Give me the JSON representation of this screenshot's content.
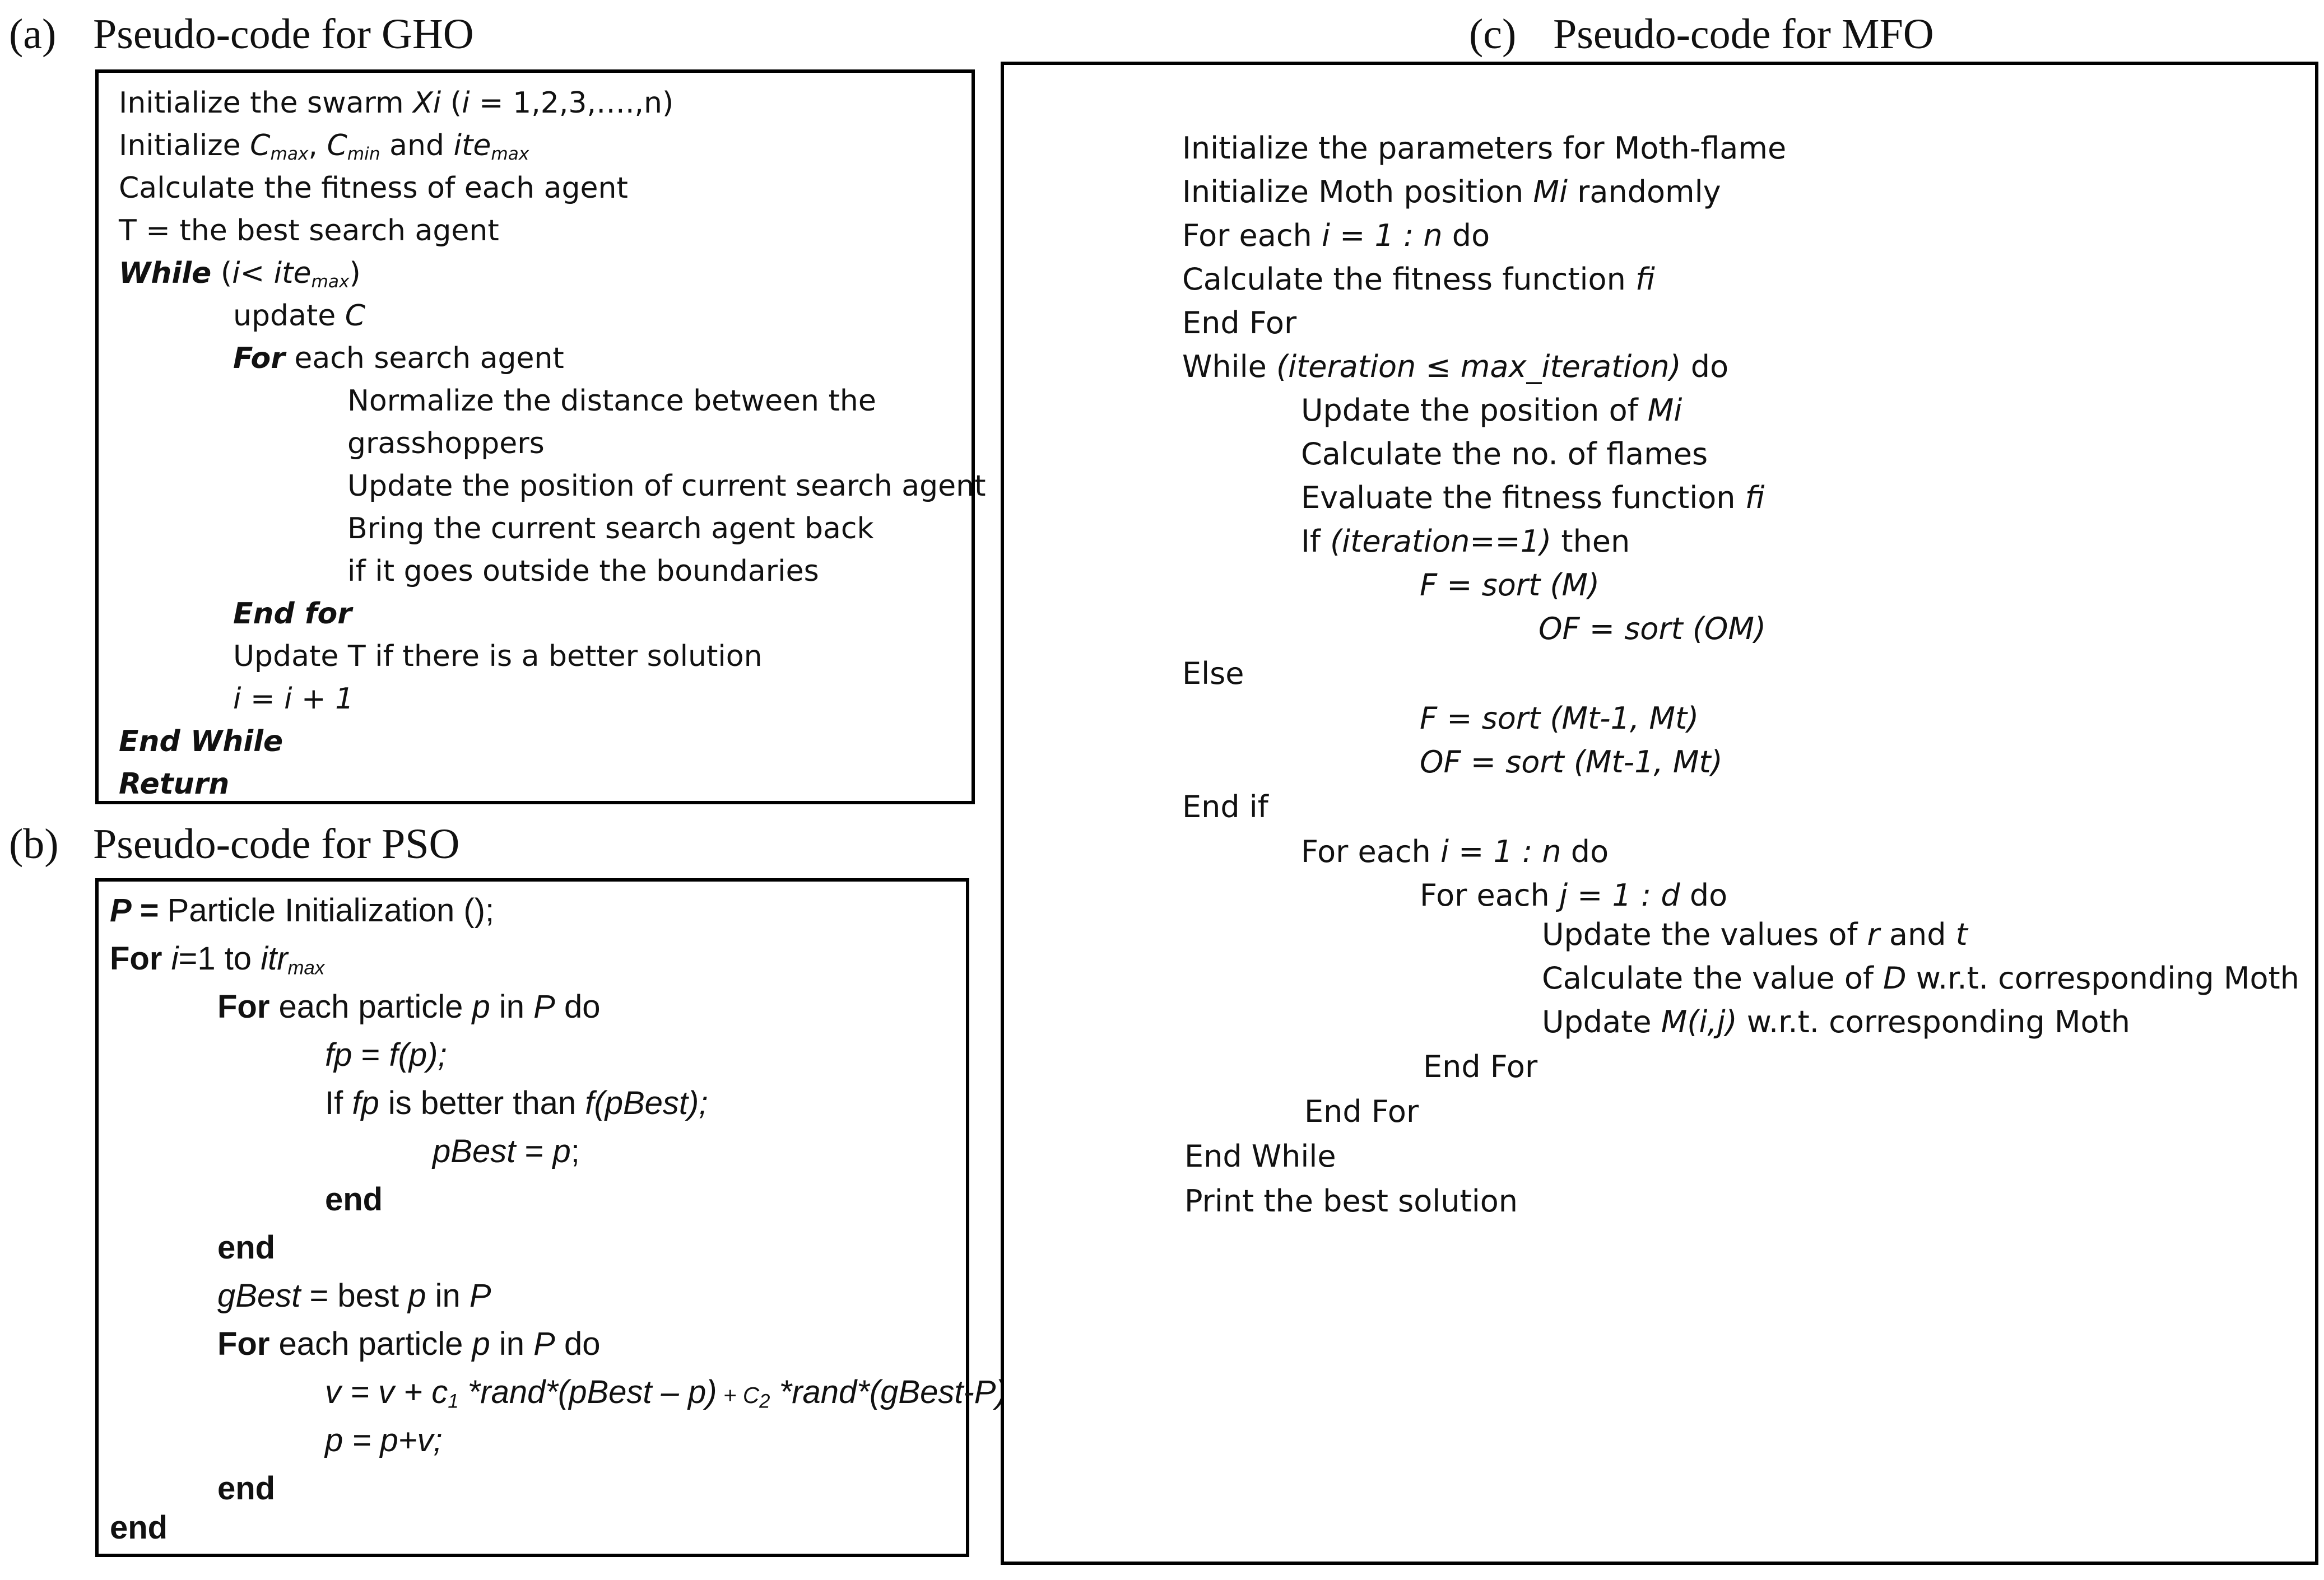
{
  "captions": {
    "a": {
      "tag": "(a)",
      "title": "Pseudo-code for GHO"
    },
    "b": {
      "tag": "(b)",
      "title": "Pseudo-code for PSO"
    },
    "c": {
      "tag": "(c)",
      "title": "Pseudo-code for MFO"
    }
  },
  "gho": {
    "l1": {
      "t1": "Initialize the swarm ",
      "t2": "Xi",
      "t3": " (",
      "t4": "i",
      "t5": " = 1,2,3,….,n)"
    },
    "l2": {
      "t1": "Initialize ",
      "t2": "C",
      "t3": "max",
      "t4": ", ",
      "t5": "C",
      "t6": "min",
      "t7": " and ",
      "t8": "ite",
      "t9": "max"
    },
    "l3": "Calculate the fitness of each agent",
    "l4": "T = the best search agent",
    "l5": {
      "kw": "While",
      "t1": " (",
      "t2": "i",
      "t3": "< ite",
      "t4": "max",
      "t5": ")"
    },
    "l6": {
      "t1": "update ",
      "t2": "C"
    },
    "l7": {
      "kw": "For",
      "t1": " each search agent"
    },
    "l8": "Normalize the distance between the",
    "l9": "grasshoppers",
    "l10": "Update the position of current search agent",
    "l11": "Bring the current search agent back",
    "l12": "if it goes outside the boundaries",
    "l13": "End for",
    "l14": "Update T if there is a better solution",
    "l15": "i = i + 1",
    "l16": "End While",
    "l17": "Return"
  },
  "pso": {
    "l1": {
      "kw": "P =",
      "t1": " Particle Initialization ();"
    },
    "l2": {
      "kw": "For",
      "t1": " ",
      "t2": "i",
      "t3": "=1 to ",
      "t4": "itr",
      "t5": "max"
    },
    "l3": {
      "kw": "For",
      "t1": " each particle ",
      "t2": "p",
      "t3": " in ",
      "t4": "P",
      "t5": " do"
    },
    "l4": {
      "t1": "fp",
      "t2": " = ",
      "t3": "f(p);"
    },
    "l5": {
      "t1": "If ",
      "t2": "fp",
      "t3": " is better than ",
      "t4": "f(pBest);"
    },
    "l6": {
      "t1": "pBest",
      "t2": " = ",
      "t3": "p",
      "t4": ";"
    },
    "l7": "end",
    "l8": "end",
    "l9": {
      "t1": "gBest",
      "t2": " = best ",
      "t3": "p",
      "t4": " in ",
      "t5": "P"
    },
    "l10": {
      "kw": "For",
      "t1": " each particle ",
      "t2": "p",
      "t3": " in ",
      "t4": "P",
      "t5": " do"
    },
    "l11": {
      "t1": "v = v + c",
      "t2": "1",
      "t3": " *rand*(pBest – p)",
      "t4": " + C",
      "t5": "2",
      "t6": " *rand*(gBest-P);"
    },
    "l12": "p = p+v;",
    "l13": "end",
    "l14": "end"
  },
  "mfo": {
    "l1": "Initialize the parameters for Moth-flame",
    "l2": {
      "t1": "Initialize Moth position ",
      "t2": "Mi",
      "t3": " randomly"
    },
    "l3": {
      "t1": "For each ",
      "t2": "i = 1 : n",
      "t3": " do"
    },
    "l4": {
      "t1": "Calculate the fitness function ",
      "t2": "fi"
    },
    "l5": "End For",
    "l6": {
      "t1": "While ",
      "t2": "(iteration ≤ max_iteration)",
      "t3": " do"
    },
    "l7": {
      "t1": "Update the position of ",
      "t2": "Mi"
    },
    "l8": "Calculate the no. of flames",
    "l9": {
      "t1": "Evaluate the fitness function ",
      "t2": "fi"
    },
    "l10": {
      "t1": "If ",
      "t2": "(iteration==1)",
      "t3": " then"
    },
    "l11": "F = sort (M)",
    "l12": "OF = sort (OM)",
    "l13": "Else",
    "l14": "F = sort (Mt-1, Mt)",
    "l15": "OF = sort (Mt-1, Mt)",
    "l16": "End if",
    "l17": {
      "t1": "For each ",
      "t2": "i = 1 : n",
      "t3": " do"
    },
    "l18": {
      "t1": "For each ",
      "t2": "j = 1 : d",
      "t3": " do"
    },
    "l19": {
      "t1": "Update the values of ",
      "t2": "r",
      "t3": " and ",
      "t4": "t"
    },
    "l20": {
      "t1": "Calculate the value of ",
      "t2": "D",
      "t3": " w.r.t. corresponding Moth"
    },
    "l21": {
      "t1": "Update ",
      "t2": "M(i,j)",
      "t3": " w.r.t. corresponding Moth"
    },
    "l22": "End For",
    "l23": "End For",
    "l24": "End While",
    "l25": "Print the best solution"
  }
}
